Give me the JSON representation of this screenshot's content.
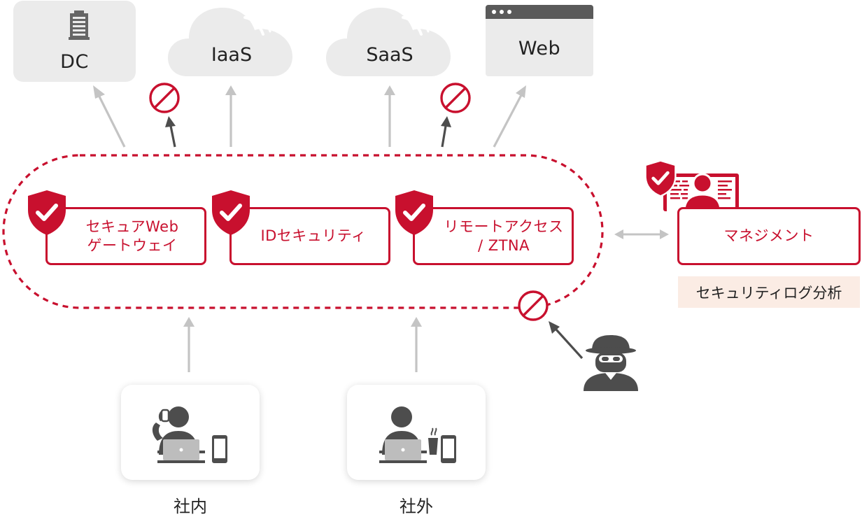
{
  "destinations": {
    "dc": {
      "label": "DC",
      "icon": "server-building-icon"
    },
    "iaas": {
      "label": "IaaS",
      "icon": "cloud-icon"
    },
    "saas": {
      "label": "SaaS",
      "icon": "cloud-icon"
    },
    "web": {
      "label": "Web",
      "icon": "browser-window-icon"
    }
  },
  "security_services": [
    {
      "label": "セキュアWeb\nゲートウェイ",
      "icon": "shield-check-icon"
    },
    {
      "label": "IDセキュリティ",
      "icon": "shield-check-icon"
    },
    {
      "label": "リモートアクセス\n/ ZTNA",
      "icon": "shield-check-icon"
    }
  ],
  "management": {
    "label": "マネジメント",
    "log_label": "セキュリティログ分析",
    "icon": "admin-monitor-icon"
  },
  "endpoints": [
    {
      "caption": "社内",
      "icon": "office-worker-icon"
    },
    {
      "caption": "社外",
      "icon": "remote-worker-icon"
    }
  ],
  "threat": {
    "icon": "hacker-icon"
  },
  "colors": {
    "accent": "#c8102e",
    "arrow_gray": "#c4c4c4",
    "arrow_dark": "#4d4d4d",
    "box_gray": "#ebebeb",
    "log_bg": "#fbece4"
  }
}
